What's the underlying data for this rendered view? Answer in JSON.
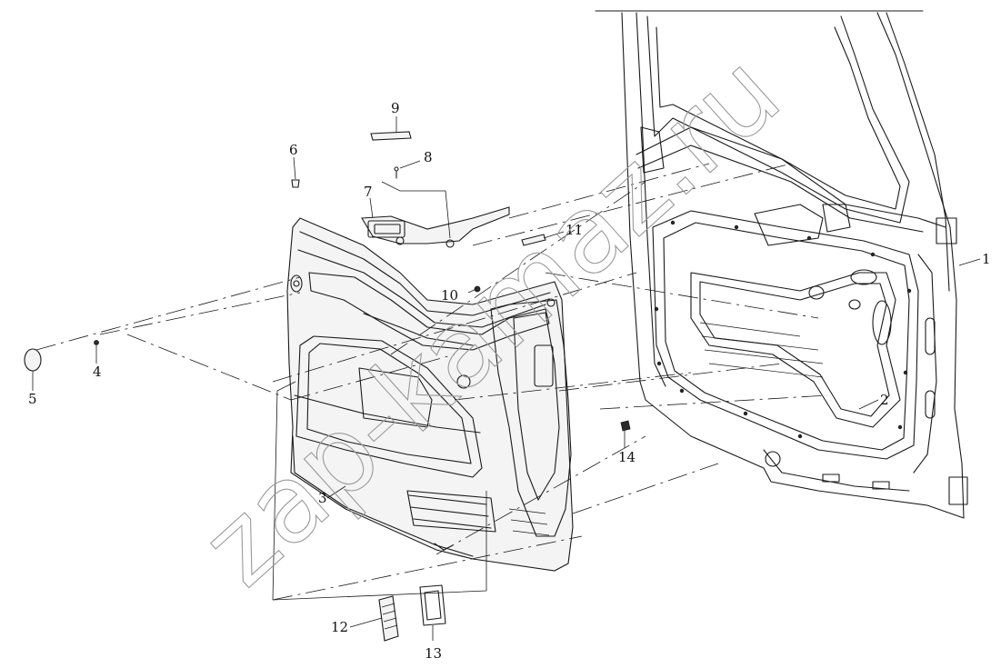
{
  "watermark": "zap-kamaz.ru",
  "callouts": {
    "c1": "1",
    "c2": "2",
    "c3": "3",
    "c4": "4",
    "c5": "5",
    "c6": "6",
    "c7": "7",
    "c8": "8",
    "c9": "9",
    "c10": "10",
    "c11": "11",
    "c12": "12",
    "c13": "13",
    "c14": "14"
  }
}
